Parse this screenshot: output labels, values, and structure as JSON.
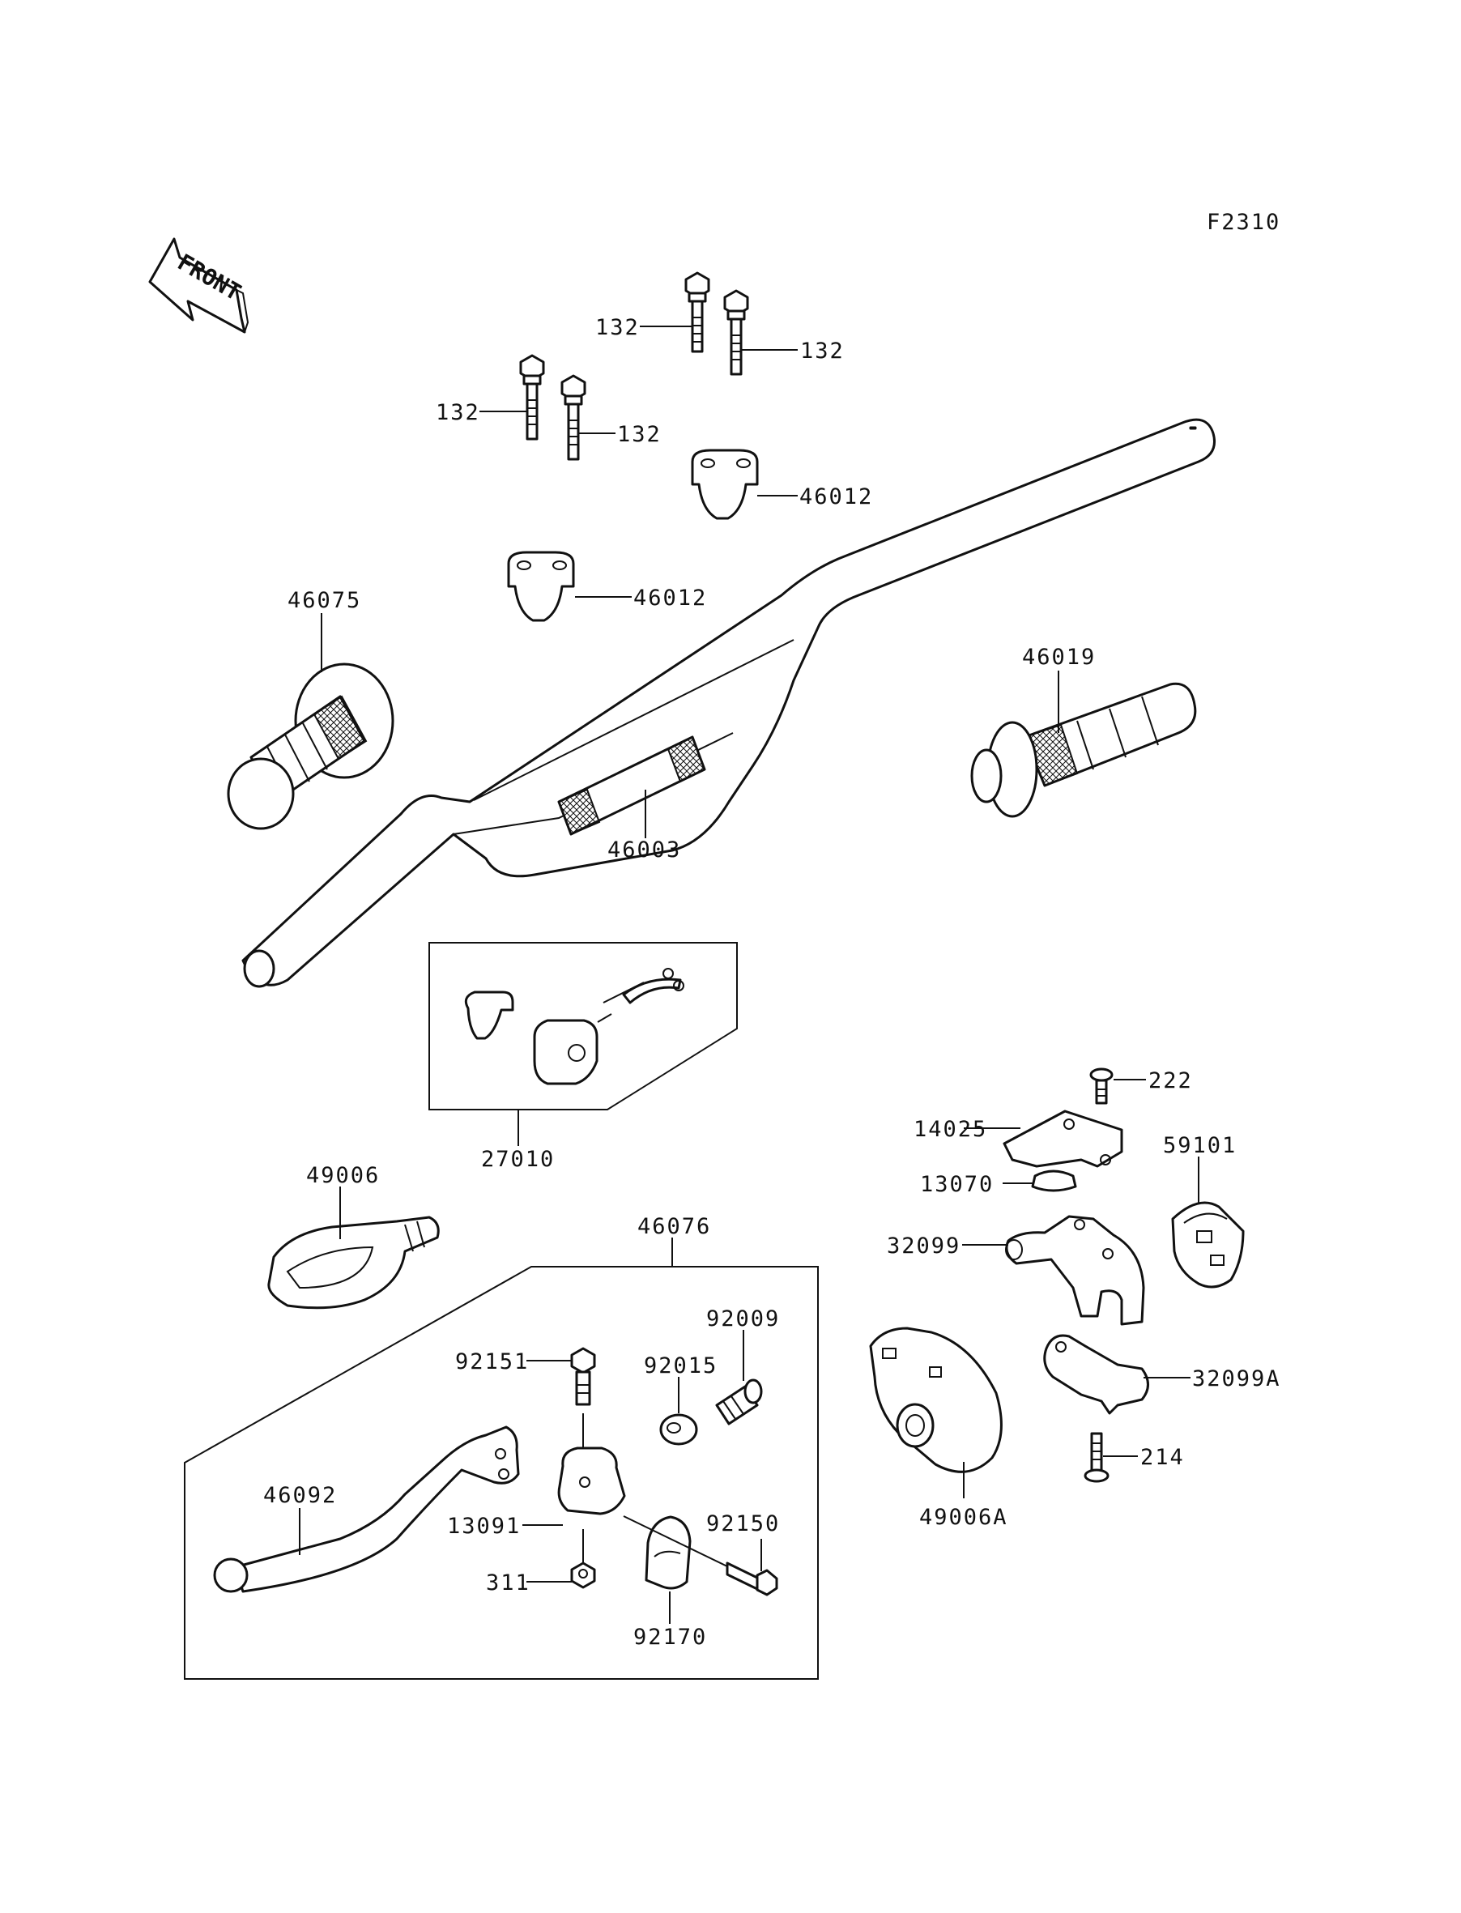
{
  "diagram_code": "F2310",
  "front_marker": "FRONT",
  "labels": {
    "bolt_a": "132",
    "bolt_b": "132",
    "bolt_c": "132",
    "bolt_d": "132",
    "clamp_upper": "46012",
    "clamp_lower": "46012",
    "grip_left": "46075",
    "grip_right": "46019",
    "handlebar": "46003",
    "switch_assy": "27010",
    "cover_left": "49006",
    "lever_assy": "46076",
    "lever": "46092",
    "bolt_92151": "92151",
    "adjuster_92015": "92015",
    "adjuster_92009": "92009",
    "holder_13091": "13091",
    "bolt_92150": "92150",
    "nut_311": "311",
    "clamp_92170": "92170",
    "screw_222": "222",
    "plate_14025": "14025",
    "clip_13070": "13070",
    "throttle_32099": "32099",
    "cap_59101": "59101",
    "cover_49006A": "49006A",
    "throttle_32099A": "32099A",
    "screw_214": "214"
  }
}
